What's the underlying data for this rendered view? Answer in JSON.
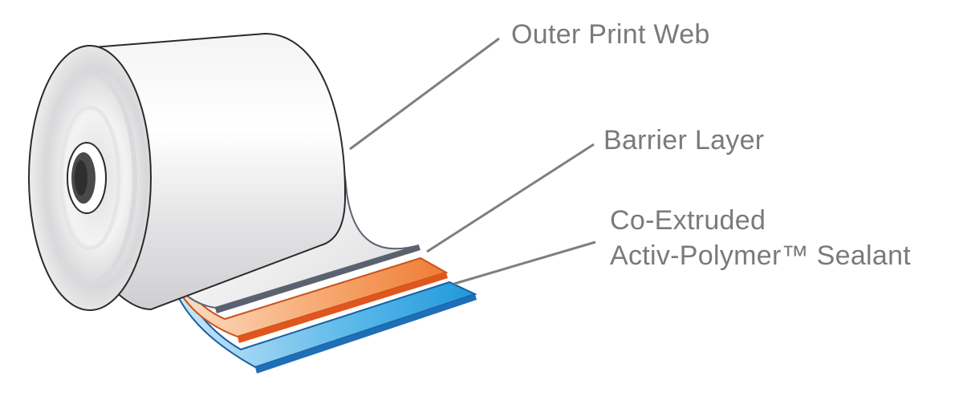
{
  "labels": {
    "outer_print_web": "Outer Print Web",
    "barrier_layer": "Barrier Layer",
    "sealant_line1": "Co-Extruded",
    "sealant_line2": "Activ-Polymer™ Sealant"
  },
  "colors": {
    "label_text": "#7a7a7a",
    "leader_line": "#7f7f7f",
    "outer_web": "#e9e9eb",
    "barrier": "#f08a4b",
    "sealant": "#2ea3de"
  }
}
